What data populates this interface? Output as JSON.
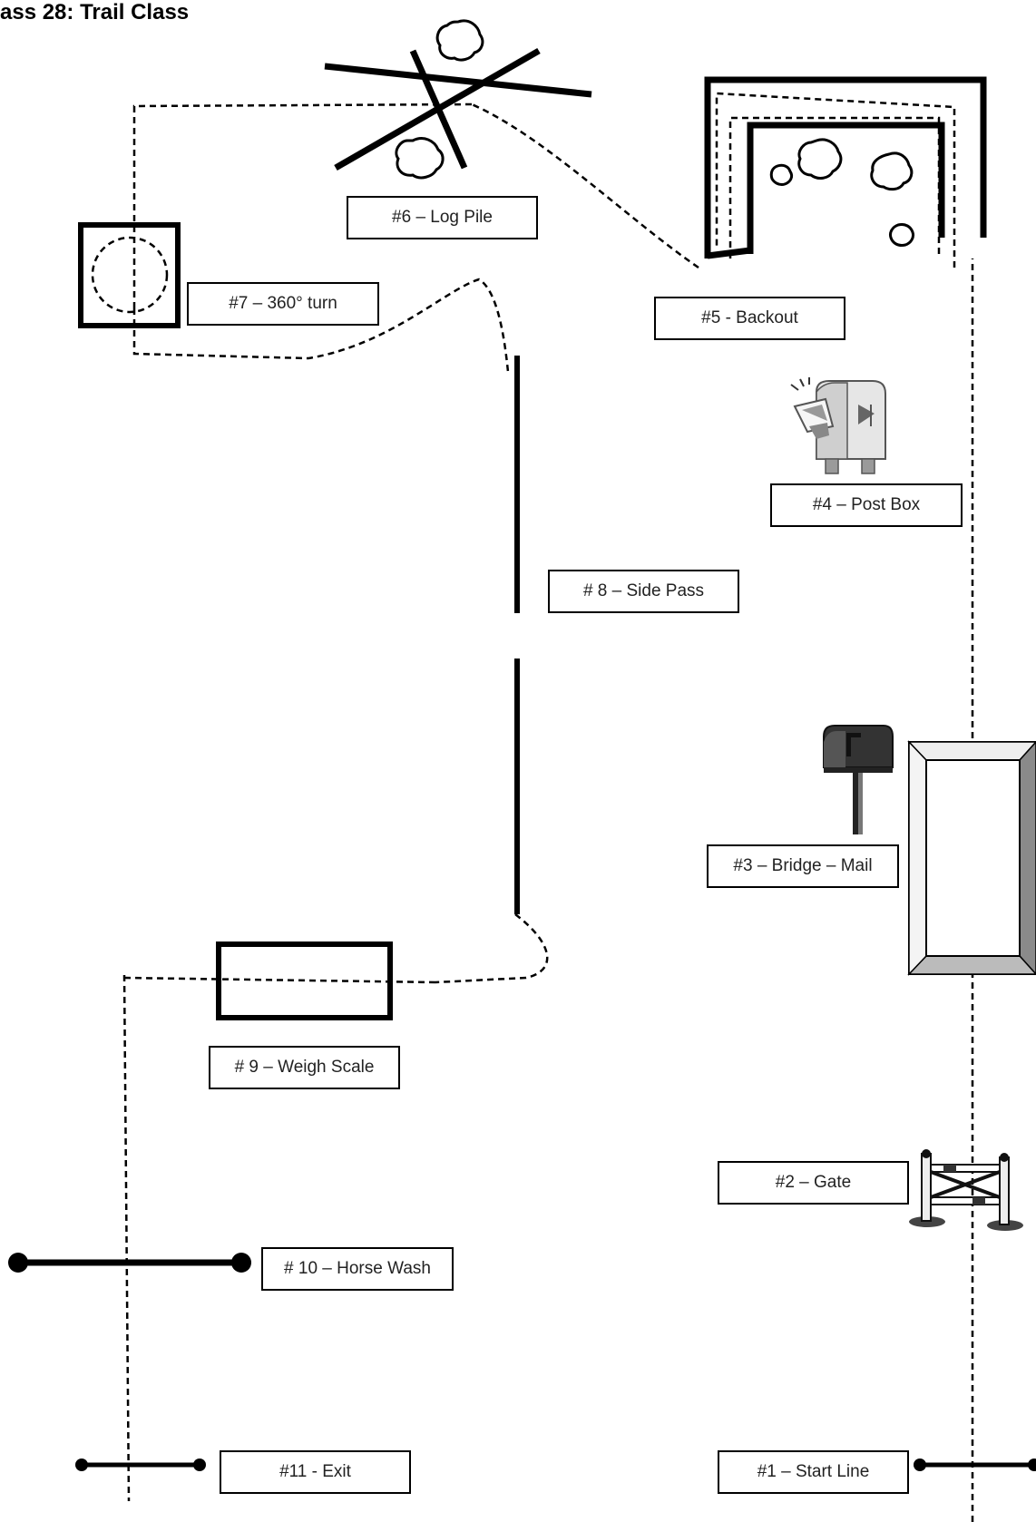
{
  "title": "ass 28:  Trail Class",
  "obstacles": [
    {
      "key": "start",
      "label": "#1 – Start Line"
    },
    {
      "key": "gate",
      "label": "#2 – Gate"
    },
    {
      "key": "bridge",
      "label": "#3 – Bridge – Mail"
    },
    {
      "key": "postbox",
      "label": "#4 – Post Box"
    },
    {
      "key": "backout",
      "label": "#5 - Backout"
    },
    {
      "key": "logpile",
      "label": "#6 – Log Pile"
    },
    {
      "key": "turn",
      "label": "#7 – 360° turn"
    },
    {
      "key": "sidepass",
      "label": "# 8 – Side Pass"
    },
    {
      "key": "weigh",
      "label": "# 9 – Weigh Scale"
    },
    {
      "key": "wash",
      "label": "# 10 – Horse Wash"
    },
    {
      "key": "exit",
      "label": "#11 - Exit"
    }
  ]
}
